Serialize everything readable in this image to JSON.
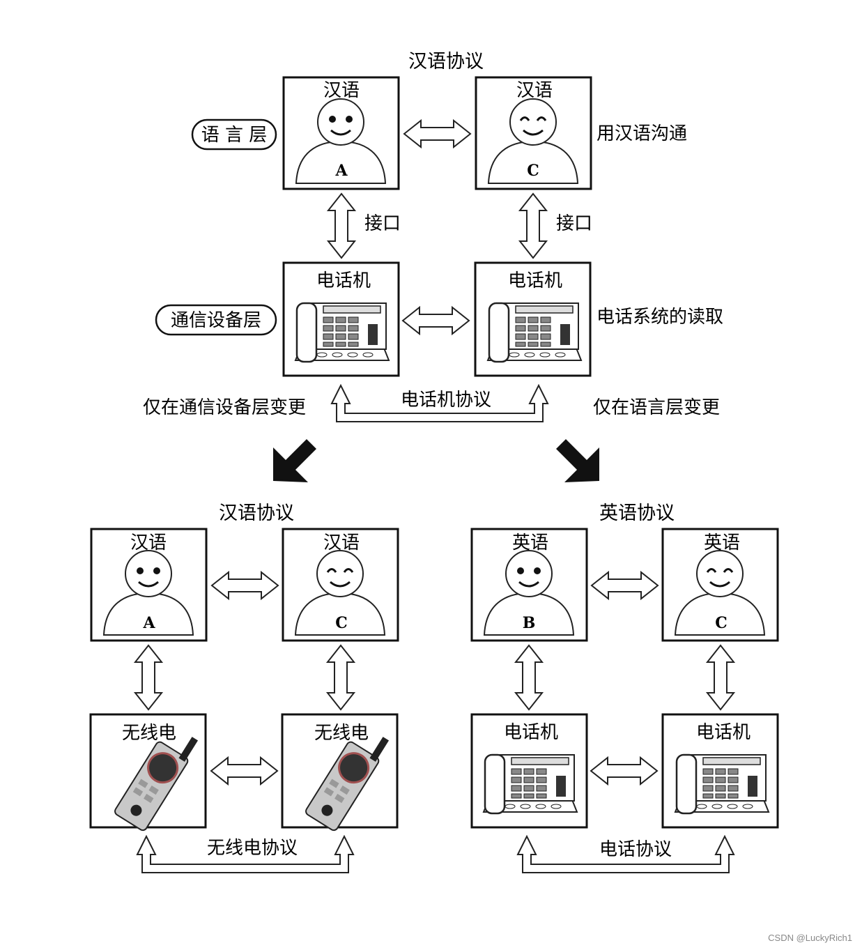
{
  "top": {
    "protocol_label": "汉语协议",
    "language_layer_tag": "语 言 层",
    "comm_layer_tag": "通信设备层",
    "box_a_title": "汉语",
    "box_a_letter": "A",
    "box_c_title": "汉语",
    "box_c_letter": "C",
    "right_note_language": "用汉语沟通",
    "interface_left": "接口",
    "interface_right": "接口",
    "phone_left_title": "电话机",
    "phone_right_title": "电话机",
    "right_note_phone": "电话系统的读取",
    "phone_protocol": "电话机协议",
    "change_comm_only": "仅在通信设备层变更",
    "change_language_only": "仅在语言层变更"
  },
  "bottom_left": {
    "protocol_label": "汉语协议",
    "box_a_title": "汉语",
    "box_a_letter": "A",
    "box_c_title": "汉语",
    "box_c_letter": "C",
    "radio_left_title": "无线电",
    "radio_right_title": "无线电",
    "bottom_protocol": "无线电协议"
  },
  "bottom_right": {
    "protocol_label": "英语协议",
    "box_b_title": "英语",
    "box_b_letter": "B",
    "box_c_title": "英语",
    "box_c_letter": "C",
    "phone_left_title": "电话机",
    "phone_right_title": "电话机",
    "bottom_protocol": "电话协议"
  },
  "watermark": "CSDN @LuckyRich1"
}
